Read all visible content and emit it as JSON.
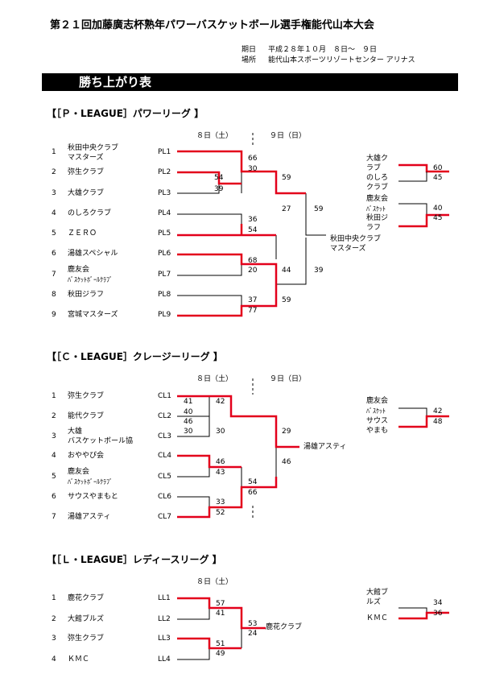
{
  "title": "第２１回加藤廣志杯熟年パワーバスケットボール選手権能代山本大会",
  "info": {
    "date_label": "期日",
    "date_value": "平成２８年１０月　８日～　９日",
    "place_label": "場所",
    "place_value": "能代山本スポーツリゾートセンター アリナス"
  },
  "banner": "勝ち上がり表",
  "p_league": {
    "heading": "【［Ｐ・LEAGUE］パワーリーグ 】",
    "day1": "８日（土）",
    "day2": "９日（日）",
    "teams": [
      {
        "num": "1",
        "name": "秋田中央クラブ",
        "name2": "マスターズ",
        "code": "PL1"
      },
      {
        "num": "2",
        "name": "弥生クラブ",
        "name2": "",
        "code": "PL2"
      },
      {
        "num": "3",
        "name": "大雄クラブ",
        "name2": "",
        "code": "PL3"
      },
      {
        "num": "4",
        "name": "のしろクラブ",
        "name2": "",
        "code": "PL4"
      },
      {
        "num": "5",
        "name": "ＺＥＲＯ",
        "name2": "",
        "code": "PL5"
      },
      {
        "num": "6",
        "name": "湯雄スペシャル",
        "name2": "",
        "code": "PL6"
      },
      {
        "num": "7",
        "name": "鹿友会",
        "name2": "ﾊﾞｽｹｯﾄﾎﾞｰﾙｸﾗﾌﾞ",
        "code": "PL7"
      },
      {
        "num": "8",
        "name": "秋田ジラフ",
        "name2": "",
        "code": "PL8"
      },
      {
        "num": "9",
        "name": "宮城マスターズ",
        "name2": "",
        "code": "PL9"
      }
    ],
    "scores": {
      "s1": "66",
      "s2": "30",
      "s3": "54",
      "s4": "39",
      "s5": "59",
      "s6": "36",
      "s7": "54",
      "s8": "27",
      "s9": "59",
      "s10": "68",
      "s11": "20",
      "s12": "44",
      "s13": "37",
      "s14": "77",
      "s15": "59",
      "s16": "39"
    },
    "champion": "秋田中央クラブ",
    "champion2": "マスターズ",
    "side": {
      "t1a": "大雄ク",
      "t1b": "ラブ",
      "t2a": "のしろ",
      "t2b": "クラブ",
      "t3a": "鹿友会",
      "t3b": "ﾊﾞｽｹｯﾄ",
      "t4a": "秋田ジ",
      "t4b": "ラフ",
      "g1a": "60",
      "g1b": "45",
      "g2a": "40",
      "g2b": "45"
    }
  },
  "c_league": {
    "heading": "【［Ｃ・LEAGUE］クレージーリーグ 】",
    "day1": "８日（土）",
    "day2": "９日（日）",
    "teams": [
      {
        "num": "1",
        "name": "弥生クラブ",
        "name2": "",
        "code": "CL1"
      },
      {
        "num": "2",
        "name": "能代クラブ",
        "name2": "",
        "code": "CL2"
      },
      {
        "num": "3",
        "name": "大雄",
        "name2": "バスケットボール協",
        "code": "CL3"
      },
      {
        "num": "4",
        "name": "おややぴ会",
        "name2": "",
        "code": "CL4"
      },
      {
        "num": "5",
        "name": "鹿友会",
        "name2": "ﾊﾞｽｹｯﾄﾎﾞｰﾙｸﾗﾌﾞ",
        "code": "CL5"
      },
      {
        "num": "6",
        "name": "サウスやまもと",
        "name2": "",
        "code": "CL6"
      },
      {
        "num": "7",
        "name": "湯雄アスティ",
        "name2": "",
        "code": "CL7"
      }
    ],
    "scores": {
      "s1": "41",
      "s2": "42",
      "s3": "40",
      "s4": "46",
      "s5": "30",
      "s6": "30",
      "s7": "46",
      "s8": "43",
      "s9": "29",
      "s10": "46",
      "s11": "54",
      "s12": "66",
      "s13": "33",
      "s14": "52"
    },
    "champion": "湯雄アスティ",
    "side": {
      "t1a": "鹿友会",
      "t1b": "ﾊﾞｽｹｯﾄ",
      "t2a": "サウス",
      "t2b": "やまも",
      "g1a": "42",
      "g1b": "48"
    }
  },
  "l_league": {
    "heading": "【［Ｌ・LEAGUE］レディースリーグ 】",
    "day1": "８日（土）",
    "teams": [
      {
        "num": "1",
        "name": "鹿花クラブ",
        "code": "LL1"
      },
      {
        "num": "2",
        "name": "大館ブルズ",
        "code": "LL2"
      },
      {
        "num": "3",
        "name": "弥生クラブ",
        "code": "LL3"
      },
      {
        "num": "4",
        "name": "ＫＭＣ",
        "code": "LL4"
      }
    ],
    "scores": {
      "s1": "57",
      "s2": "41",
      "s3": "51",
      "s4": "49",
      "s5": "53",
      "s6": "24"
    },
    "champion": "鹿花クラブ",
    "side": {
      "t1a": "大館ブ",
      "t1b": "ルズ",
      "t2": "ＫＭＣ",
      "g1a": "34",
      "g1b": "36"
    }
  },
  "colors": {
    "win": "#e3001b",
    "line": "#000000"
  }
}
